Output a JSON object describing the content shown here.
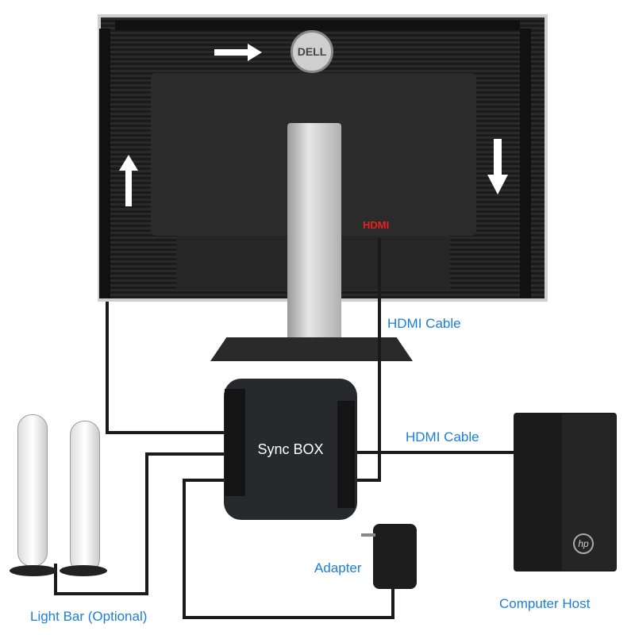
{
  "monitor": {
    "brand_logo": "DELL",
    "port_label": "HDMI"
  },
  "sync_box": {
    "title": "Sync BOX"
  },
  "labels": {
    "hdmi_cable_monitor": "HDMI Cable",
    "hdmi_cable_computer": "HDMI Cable",
    "adapter": "Adapter",
    "light_bar": "Light Bar (Optional)",
    "computer_host": "Computer Host"
  },
  "computer": {
    "brand_logo": "hp"
  },
  "colors": {
    "label": "#1a7fd8",
    "hdmi_port": "#e8221f"
  }
}
